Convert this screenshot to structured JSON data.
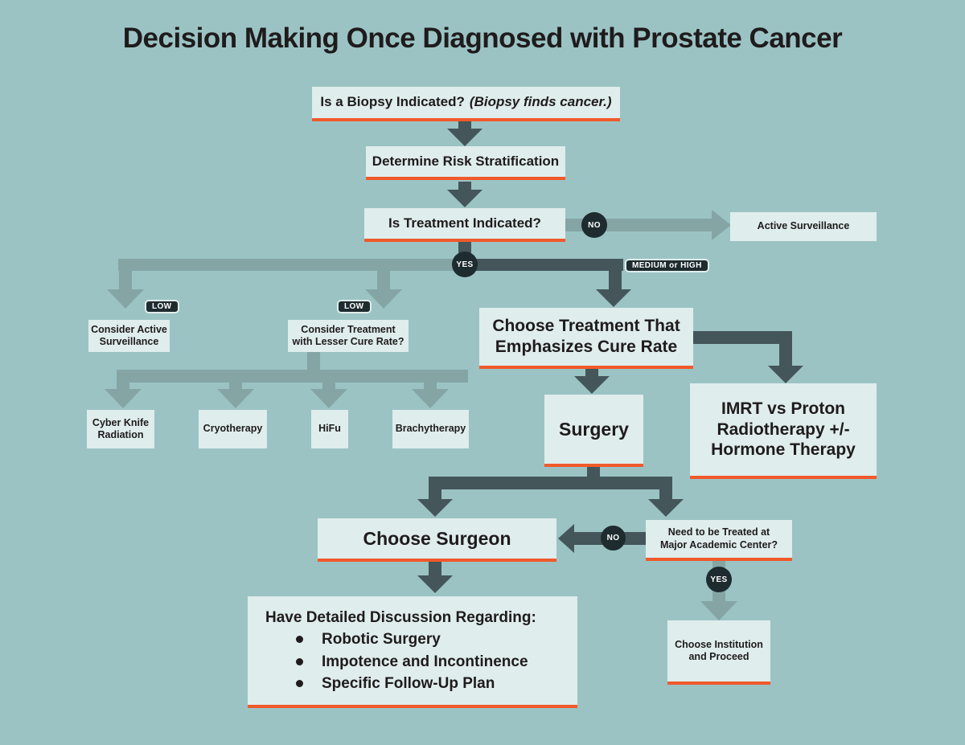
{
  "title": "Decision Making Once Diagnosed with Prostate Cancer",
  "colors": {
    "background": "#9bc3c4",
    "box_fill": "#dfedec",
    "accent_orange": "#f0592b",
    "arrow_dark": "#44565a",
    "arrow_light": "#85a5a5",
    "badge_dark": "#1e2b2f",
    "badge_text": "#ffffff",
    "text_dark": "#1f1b1c"
  },
  "nodes": {
    "biopsy": {
      "label": "Is a Biopsy Indicated?",
      "note": "(Biopsy finds cancer.)"
    },
    "risk": {
      "label": "Determine Risk Stratification"
    },
    "treatment_indicated": {
      "label": "Is Treatment Indicated?"
    },
    "active_surveillance": {
      "label": "Active Surveillance"
    },
    "consider_active": {
      "lines": [
        "Consider Active",
        "Surveillance"
      ]
    },
    "consider_lesser": {
      "lines": [
        "Consider Treatment",
        "with Lesser Cure Rate?"
      ]
    },
    "choose_treatment": {
      "lines": [
        "Choose Treatment That",
        "Emphasizes Cure Rate"
      ]
    },
    "cyber_knife": {
      "lines": [
        "Cyber Knife",
        "Radiation"
      ]
    },
    "cryotherapy": {
      "label": "Cryotherapy"
    },
    "hifu": {
      "label": "HiFu"
    },
    "brachytherapy": {
      "label": "Brachytherapy"
    },
    "surgery": {
      "label": "Surgery"
    },
    "imrt": {
      "lines": [
        "IMRT vs Proton",
        "Radiotherapy +/-",
        "Hormone Therapy"
      ]
    },
    "choose_surgeon": {
      "label": "Choose Surgeon"
    },
    "academic_center": {
      "lines": [
        "Need to be Treated at",
        "Major Academic Center?"
      ]
    },
    "discussion": {
      "title": "Have Detailed Discussion Regarding:",
      "bullets": [
        "Robotic Surgery",
        "Impotence and Incontinence",
        "Specific Follow-Up Plan"
      ]
    },
    "institution": {
      "lines": [
        "Choose Institution",
        "and Proceed"
      ]
    }
  },
  "badges": {
    "no_treatment": "NO",
    "yes_treatment": "YES",
    "medium_or_high": "MEDIUM or HIGH",
    "low_active": "LOW",
    "low_lesser": "LOW",
    "no_academic": "NO",
    "yes_academic": "YES"
  }
}
